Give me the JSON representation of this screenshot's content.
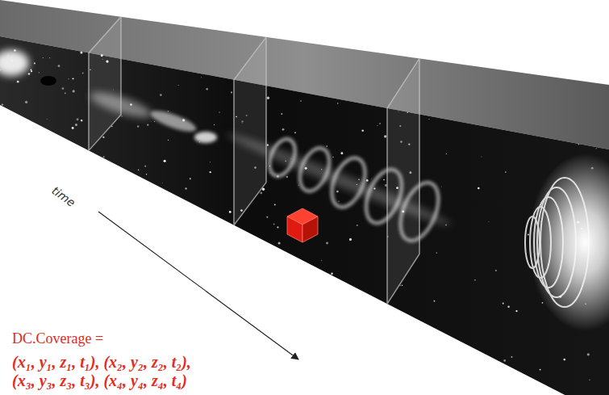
{
  "diagram": {
    "labels": [
      "time",
      "DC.Coverage =",
      "(x₁, y₁, z₁, t₁), (x₂, y₂, z₂, t₂), (x₃, y₃, z₃, t₃), (x₄, y₄, z₄, t₄)"
    ]
  }
}
